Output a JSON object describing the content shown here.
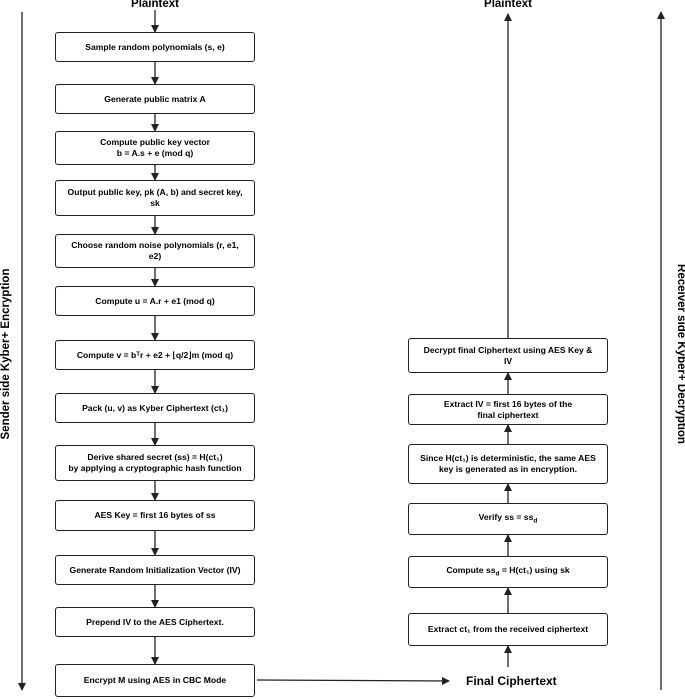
{
  "top_left_label": "Plaintext",
  "top_right_label": "Plaintext",
  "bottom_right_label": "Final Ciphertext",
  "sender_side_label": "Sender side Kyber+ Encryption",
  "receiver_side_label": "Receiver side Kyber+ Decryption",
  "sender_steps": [
    "Sample random polynomials (s, e)",
    "Generate public matrix A",
    "Compute public key vector\nb = A.s + e (mod q)",
    "Output public key, pk (A, b) and secret key, sk",
    "Choose random noise polynomials (r, e1, e2)",
    "Compute u = A.r + e1 (mod q)",
    "Compute v = bᵀr + e2 + ⌊q/2⌋m (mod q)",
    "Pack (u, v) as Kyber Ciphertext (ct₁)",
    "Derive shared secret (ss) = H(ct₁)\nby applying a cryptographic hash function",
    "AES Key = first 16 bytes of ss",
    "Generate Random Initialization Vector (IV)",
    "Prepend IV to the AES Ciphertext.",
    "Encrypt M using AES in CBC Mode"
  ],
  "receiver_steps": [
    "Decrypt final Ciphertext using AES Key & IV",
    "Extract IV = first 16 bytes of the final ciphertext",
    "Since H(ct₁) is deterministic, the same AES key is generated as in encryption.",
    "Verify ss = ss_d",
    "Compute ss_d = H(ct₁) using sk",
    "Extract ct₁ from the received ciphertext"
  ]
}
